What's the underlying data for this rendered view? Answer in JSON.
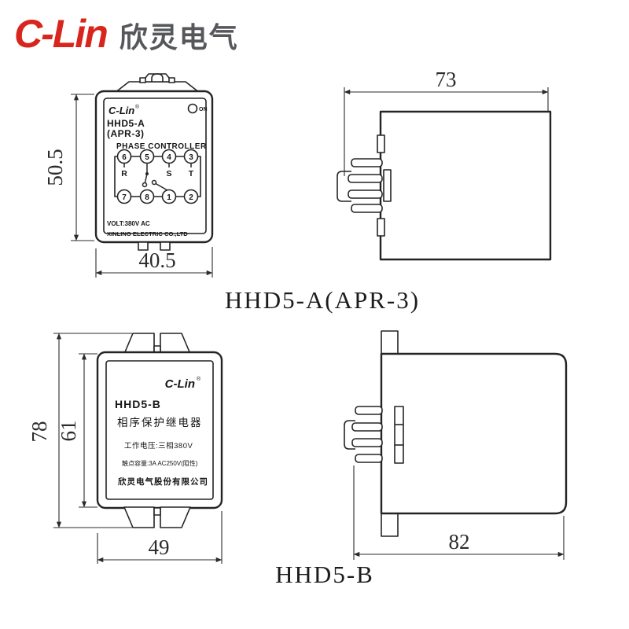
{
  "header": {
    "logo_en": "C-Lin",
    "logo_cn": "欣灵电气"
  },
  "hhd5a": {
    "front": {
      "logo": "C-Lin",
      "reg": "®",
      "on_label": "ON",
      "model_line1": "HHD5-A",
      "model_line2": "(APR-3)",
      "subtitle": "PHASE CONTROLLER",
      "terminals_top": [
        "6",
        "5",
        "4",
        "3"
      ],
      "terminals_bottom": [
        "7",
        "8",
        "1",
        "2"
      ],
      "phase_r": "R",
      "phase_s": "S",
      "phase_t": "T",
      "volt_label": "VOLT:380V AC",
      "company": "XINLING ELECTRIC CO.,LTD"
    },
    "dims": {
      "height": "50.5",
      "width": "40.5",
      "depth": "73"
    },
    "caption": "HHD5-A(APR-3)"
  },
  "hhd5b": {
    "front": {
      "logo": "C-Lin",
      "reg": "®",
      "model": "HHD5-B",
      "subtitle": "相序保护继电器",
      "spec_voltage": "工作电压:三相380V",
      "spec_contact": "触点容量:3A AC250V(阻性)",
      "company": "欣灵电气股份有限公司"
    },
    "dims": {
      "outer_height": "78",
      "body_height": "61",
      "width": "49",
      "depth": "82"
    },
    "caption": "HHD5-B"
  },
  "colors": {
    "brand_red": "#d8251d",
    "brand_gray": "#55575a",
    "line": "#242424"
  }
}
